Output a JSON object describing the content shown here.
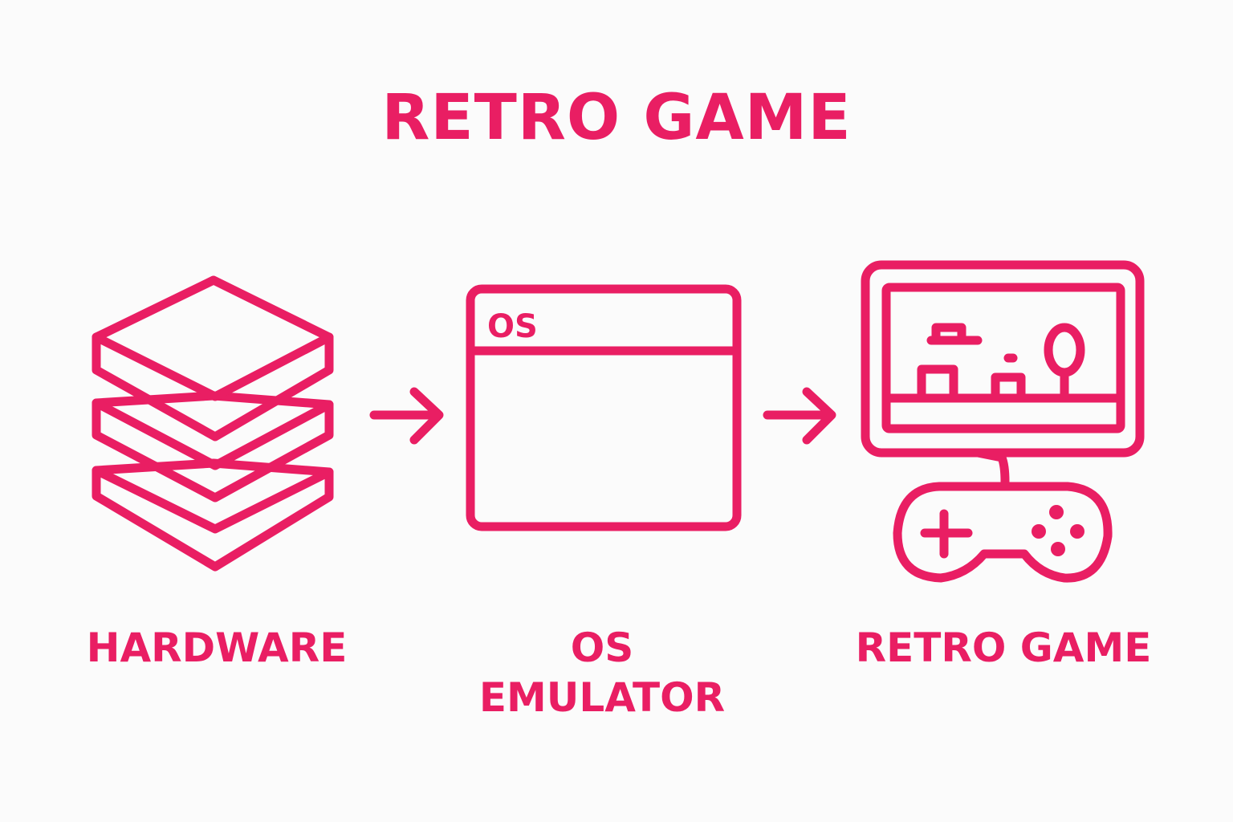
{
  "colors": {
    "accent": "#e91e63",
    "background": "#fbfbfb"
  },
  "title": "RETRO GAME",
  "steps": [
    {
      "icon": "stacked-layers-icon",
      "label_lines": [
        "HARDWARE"
      ]
    },
    {
      "icon": "os-window-icon",
      "window_title": "OS",
      "label_lines": [
        "OS",
        "EMULATOR"
      ]
    },
    {
      "icon": "monitor-gamepad-icon",
      "label_lines": [
        "RETRO GAME"
      ]
    }
  ],
  "connectors": [
    "arrow-right-icon",
    "arrow-right-icon"
  ]
}
